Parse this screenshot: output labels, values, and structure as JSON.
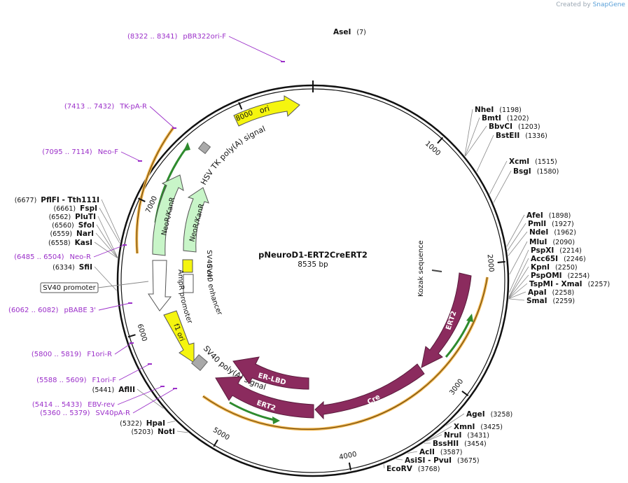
{
  "credit": {
    "prefix": "Created by",
    "brand": "SnapGene"
  },
  "plasmid": {
    "name": "pNeuroD1-ERT2CreERT2",
    "size_label": "8535 bp",
    "length": 8535
  },
  "ticks": [
    {
      "pos": 1000,
      "label": "1000"
    },
    {
      "pos": 2000,
      "label": "2000"
    },
    {
      "pos": 3000,
      "label": "3000"
    },
    {
      "pos": 4000,
      "label": "4000"
    },
    {
      "pos": 5000,
      "label": "5000"
    },
    {
      "pos": 6000,
      "label": "6000"
    },
    {
      "pos": 7000,
      "label": "7000"
    },
    {
      "pos": 8000,
      "label": "8000"
    }
  ],
  "sites": [
    {
      "name": "AseI",
      "pos": "(7)",
      "bp": 7
    },
    {
      "name": "NheI",
      "pos": "(1198)",
      "bp": 1198
    },
    {
      "name": "BmtI",
      "pos": "(1202)",
      "bp": 1202
    },
    {
      "name": "BbvCI",
      "pos": "(1203)",
      "bp": 1203
    },
    {
      "name": "BstEII",
      "pos": "(1336)",
      "bp": 1336
    },
    {
      "name": "XcmI",
      "pos": "(1515)",
      "bp": 1515
    },
    {
      "name": "BsgI",
      "pos": "(1580)",
      "bp": 1580
    },
    {
      "name": "AfeI",
      "pos": "(1898)",
      "bp": 1898
    },
    {
      "name": "PmlI",
      "pos": "(1927)",
      "bp": 1927
    },
    {
      "name": "NdeI",
      "pos": "(1962)",
      "bp": 1962
    },
    {
      "name": "MluI",
      "pos": "(2090)",
      "bp": 2090
    },
    {
      "name": "PspXI",
      "pos": "(2214)",
      "bp": 2214
    },
    {
      "name": "Acc65I",
      "pos": "(2246)",
      "bp": 2246
    },
    {
      "name": "KpnI",
      "pos": "(2250)",
      "bp": 2250
    },
    {
      "name": "PspOMI",
      "pos": "(2254)",
      "bp": 2254
    },
    {
      "name": "TspMI  -  XmaI",
      "pos": "(2257)",
      "bp": 2257
    },
    {
      "name": "ApaI",
      "pos": "(2258)",
      "bp": 2258
    },
    {
      "name": "SmaI",
      "pos": "(2259)",
      "bp": 2259
    },
    {
      "name": "AgeI",
      "pos": "(3258)",
      "bp": 3258
    },
    {
      "name": "XmnI",
      "pos": "(3425)",
      "bp": 3425
    },
    {
      "name": "NruI",
      "pos": "(3431)",
      "bp": 3431
    },
    {
      "name": "BssHII",
      "pos": "(3454)",
      "bp": 3454
    },
    {
      "name": "AclI",
      "pos": "(3587)",
      "bp": 3587
    },
    {
      "name": "AsiSI  -  PvuI",
      "pos": "(3675)",
      "bp": 3675
    },
    {
      "name": "EcoRV",
      "pos": "(3768)",
      "bp": 3768
    },
    {
      "name": "NotI",
      "pos": "(5203)",
      "bp": 5203
    },
    {
      "name": "HpaI",
      "pos": "(5322)",
      "bp": 5322
    },
    {
      "name": "AflII",
      "pos": "(5441)",
      "bp": 5441
    },
    {
      "name": "SfiI",
      "pos": "(6334)",
      "bp": 6334
    },
    {
      "name": "KasI",
      "pos": "(6558)",
      "bp": 6558
    },
    {
      "name": "NarI",
      "pos": "(6559)",
      "bp": 6559
    },
    {
      "name": "SfoI",
      "pos": "(6560)",
      "bp": 6560
    },
    {
      "name": "PluTI",
      "pos": "(6562)",
      "bp": 6562
    },
    {
      "name": "FspI",
      "pos": "(6661)",
      "bp": 6661
    },
    {
      "name": "PflFI  -  Tth111I",
      "pos": "(6677)",
      "bp": 6677
    }
  ],
  "primers": [
    {
      "range": "(8322 .. 8341)",
      "name": "pBR322ori-F"
    },
    {
      "range": "(7413 .. 7432)",
      "name": "TK-pA-R"
    },
    {
      "range": "(7095 .. 7114)",
      "name": "Neo-F"
    },
    {
      "range": "(6485 .. 6504)",
      "name": "Neo-R"
    },
    {
      "range": "(6062 .. 6082)",
      "name": "pBABE 3'"
    },
    {
      "range": "(5800 .. 5819)",
      "name": "F1ori-R"
    },
    {
      "range": "(5588 .. 5609)",
      "name": "F1ori-F"
    },
    {
      "range": "(5414 .. 5433)",
      "name": "EBV-rev"
    },
    {
      "range": "(5360 .. 5379)",
      "name": "SV40pA-R"
    }
  ],
  "features": {
    "ori": "ori",
    "hsv_tk": "HSV TK poly(A) signal",
    "neo_outer": "NeoR/KanR",
    "neo_inner": "NeoR/KanR",
    "sv40_ori": "SV40 ori",
    "sv40_enhancer": "SV40 enhancer",
    "ampr_promoter": "AmpR promoter",
    "f1_ori": "f1 ori",
    "sv40_polya": "SV40 poly(A) signal",
    "er_lbd": "ER-LBD",
    "ert2_inner": "ERT2",
    "cre": "Cre",
    "ert2_right": "ERT2",
    "kozak": "Kozak sequence",
    "sv40_promoter": "SV40 promoter"
  },
  "colors": {
    "backbone": "#111111",
    "ori": "#f5f50f",
    "neo": "#c8f5c8",
    "cre": "#8b2b5e",
    "primer": "#9b2fc9",
    "orange": "#f0b44a"
  }
}
